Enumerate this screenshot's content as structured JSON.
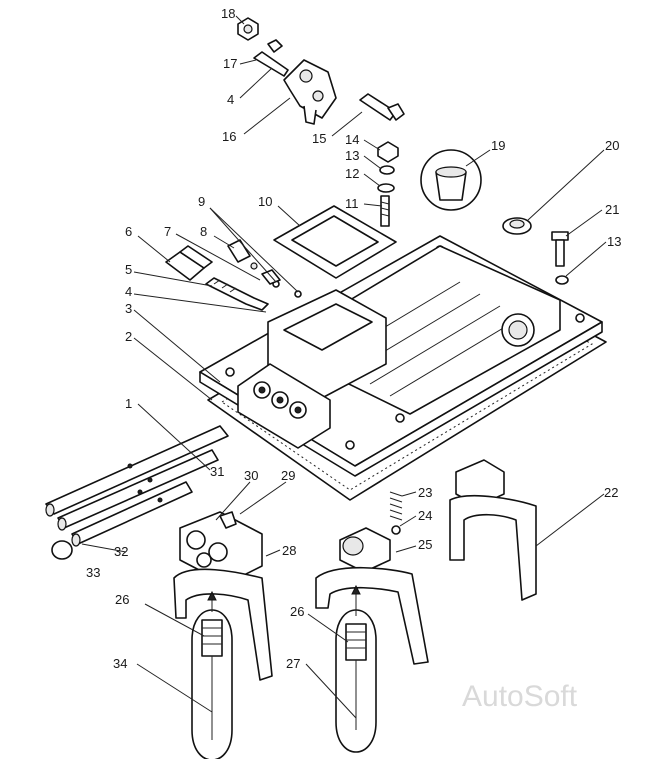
{
  "watermark": "AutoSoft",
  "labels": [
    {
      "id": "18",
      "text": "18"
    },
    {
      "id": "17",
      "text": "17"
    },
    {
      "id": "4a",
      "text": "4"
    },
    {
      "id": "16",
      "text": "16"
    },
    {
      "id": "15",
      "text": "15"
    },
    {
      "id": "14",
      "text": "14"
    },
    {
      "id": "13a",
      "text": "13"
    },
    {
      "id": "12",
      "text": "12"
    },
    {
      "id": "11",
      "text": "11"
    },
    {
      "id": "19",
      "text": "19"
    },
    {
      "id": "20",
      "text": "20"
    },
    {
      "id": "21",
      "text": "21"
    },
    {
      "id": "13b",
      "text": "13"
    },
    {
      "id": "9",
      "text": "9"
    },
    {
      "id": "10",
      "text": "10"
    },
    {
      "id": "6",
      "text": "6"
    },
    {
      "id": "7",
      "text": "7"
    },
    {
      "id": "8",
      "text": "8"
    },
    {
      "id": "5",
      "text": "5"
    },
    {
      "id": "4b",
      "text": "4"
    },
    {
      "id": "3",
      "text": "3"
    },
    {
      "id": "2",
      "text": "2"
    },
    {
      "id": "1",
      "text": "1"
    },
    {
      "id": "31",
      "text": "31"
    },
    {
      "id": "30",
      "text": "30"
    },
    {
      "id": "29",
      "text": "29"
    },
    {
      "id": "23",
      "text": "23"
    },
    {
      "id": "24",
      "text": "24"
    },
    {
      "id": "22",
      "text": "22"
    },
    {
      "id": "28",
      "text": "28"
    },
    {
      "id": "25",
      "text": "25"
    },
    {
      "id": "32",
      "text": "32"
    },
    {
      "id": "33",
      "text": "33"
    },
    {
      "id": "26a",
      "text": "26"
    },
    {
      "id": "26b",
      "text": "26"
    },
    {
      "id": "34",
      "text": "34"
    },
    {
      "id": "27",
      "text": "27"
    }
  ]
}
